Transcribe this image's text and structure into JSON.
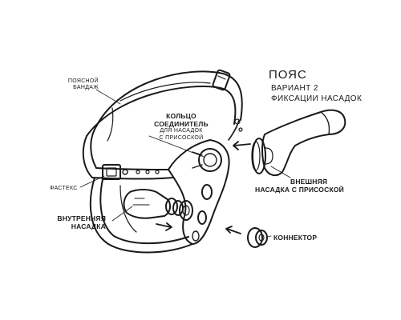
{
  "title": {
    "main": "ПОЯС",
    "line1": "ВАРИАНТ 2",
    "line2": "ФИКСАЦИИ НАСАДОК"
  },
  "labels": {
    "belt_line1": "ПОЯСНОЙ",
    "belt_line2": "БАНДАЖ",
    "ring_line1": "КОЛЬЦО",
    "ring_line2": "СОЕДИНИТЕЛЬ",
    "ring_line3": "ДЛЯ НАСАДОК",
    "ring_line4": "С ПРИСОСКОЙ",
    "fastex": "ФАСТЕКС",
    "inner_line1": "ВНУТРЕННЯЯ",
    "inner_line2": "НАСАДКА",
    "outer_line1": "ВНЕШНЯЯ",
    "outer_line2": "НАСАДКА С ПРИСОСКОЙ",
    "connector": "КОННЕКТОР"
  },
  "colors": {
    "stroke": "#1a1a1a",
    "background": "#ffffff"
  }
}
